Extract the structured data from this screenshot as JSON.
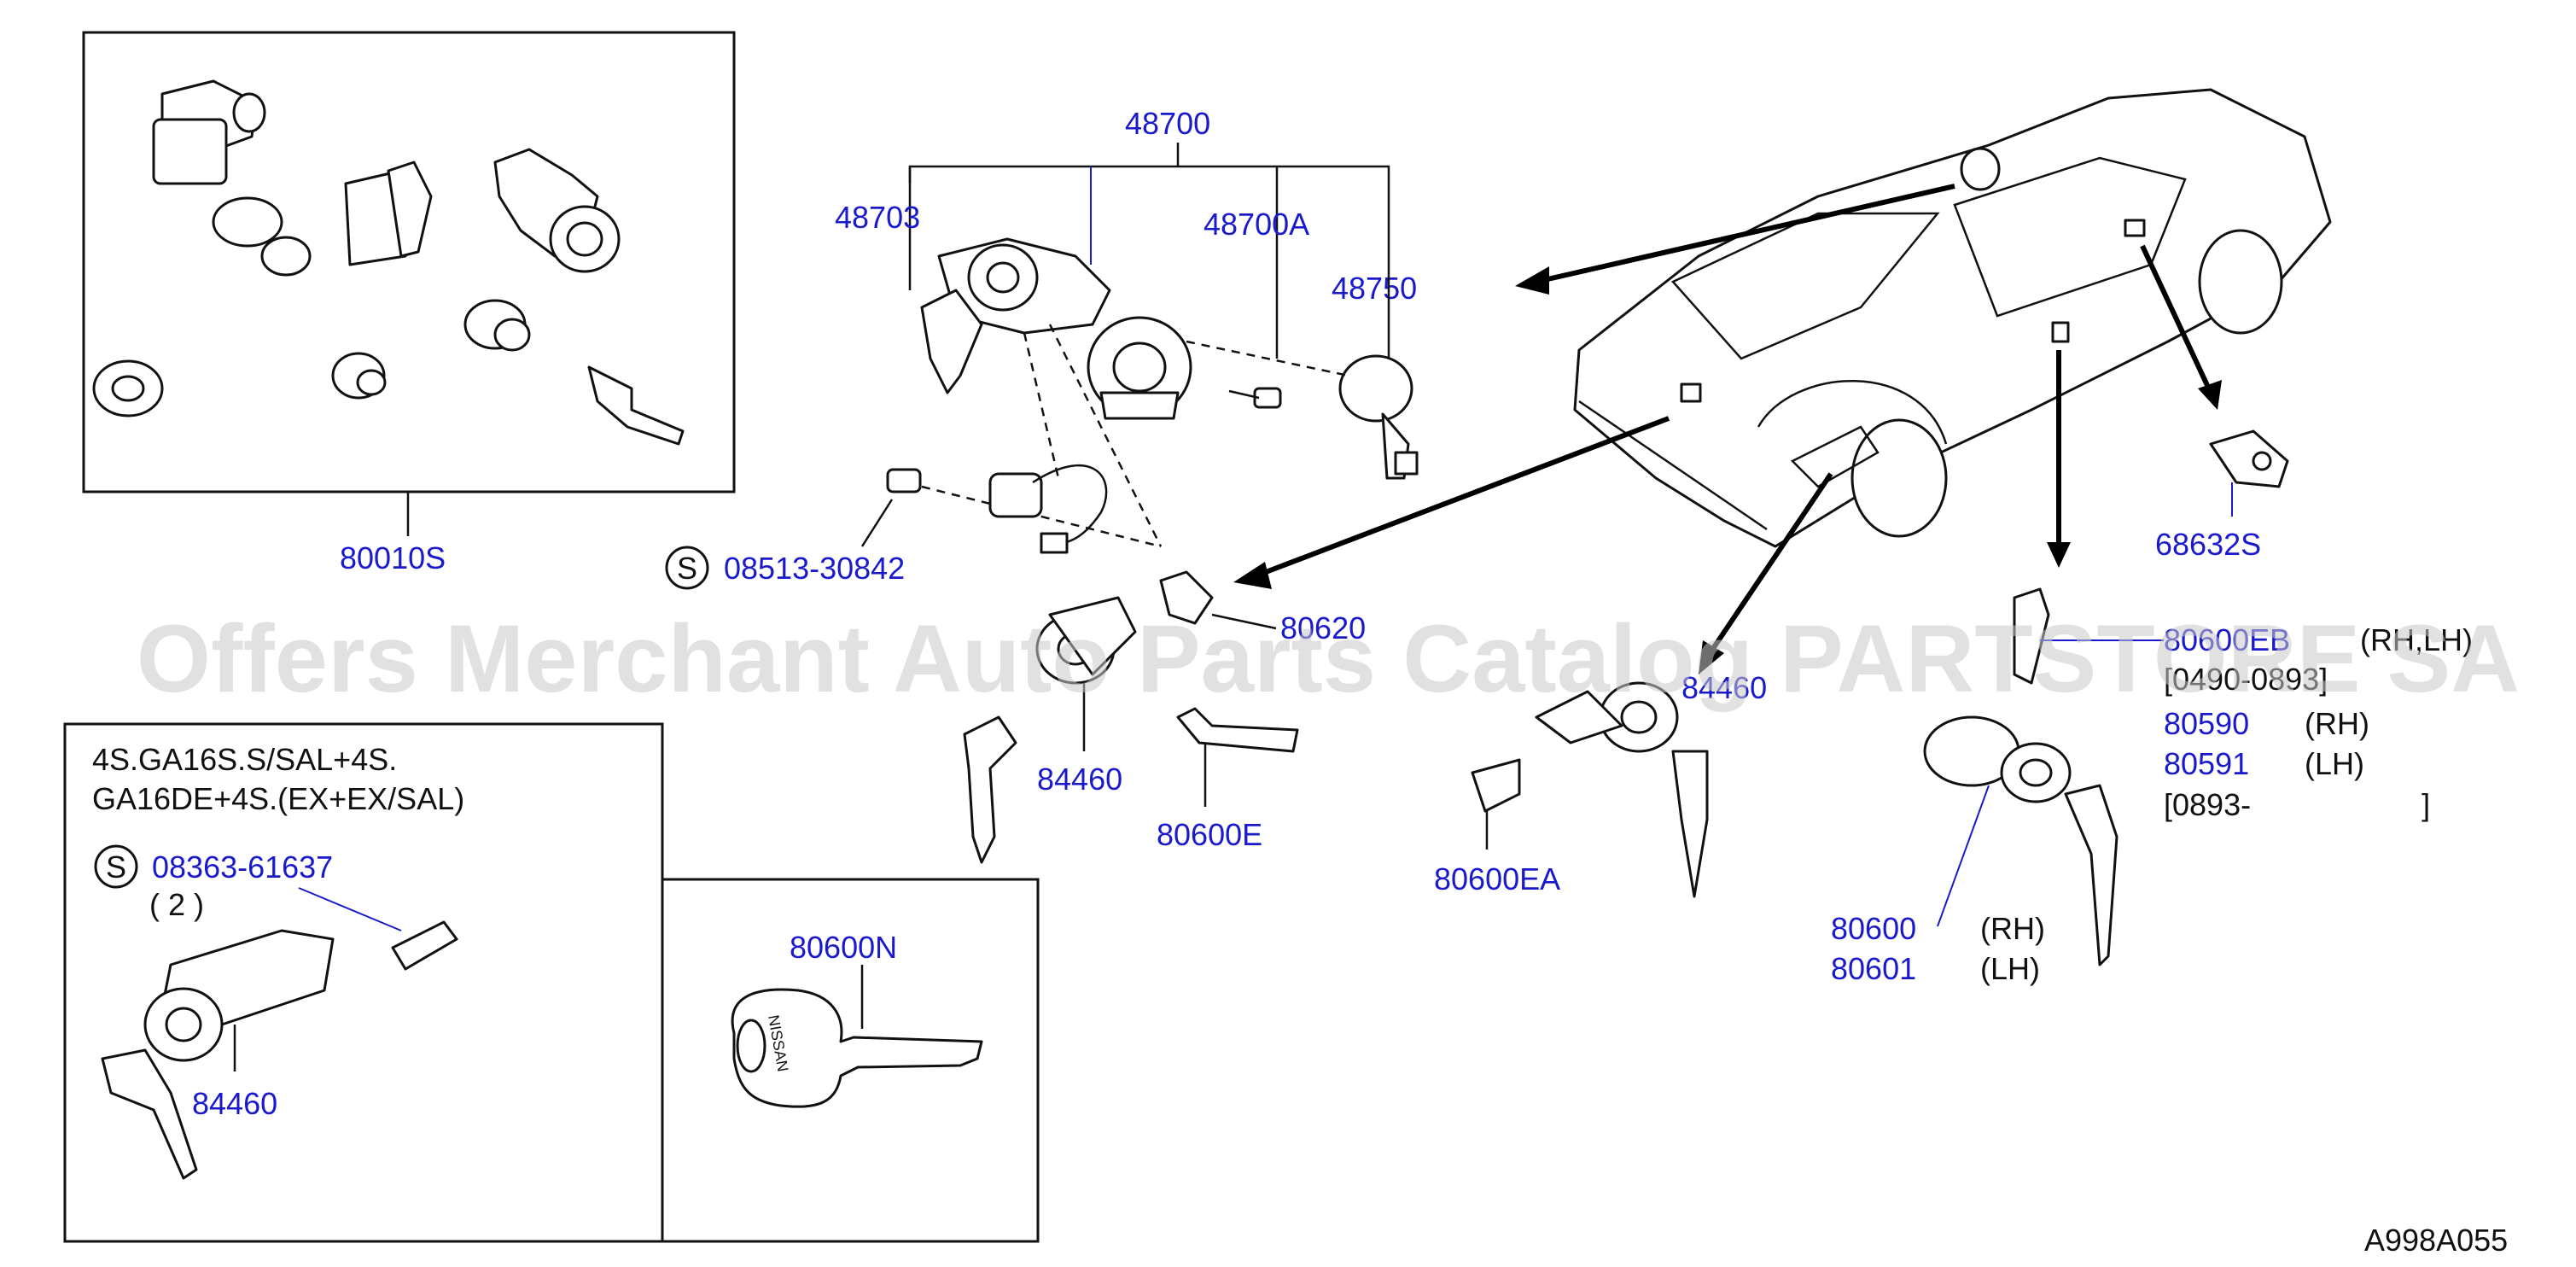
{
  "watermark": "Offers Merchant Auto Parts Catalog PARTSTORE SA",
  "diagram_id": "A998A055",
  "screw_symbol": "S",
  "labels": {
    "p80010S": "80010S",
    "p48700": "48700",
    "p48703": "48703",
    "p48700A": "48700A",
    "p48750": "48750",
    "p08513": "08513-30842",
    "p80620": "80620",
    "p84460a": "84460",
    "p80600E": "80600E",
    "p84460b": "84460",
    "p80600EA": "80600EA",
    "p68632S": "68632S",
    "p80600EB": "80600EB",
    "p80600EB_side": "(RH,LH)",
    "p80600EB_date": "[0490-0893]",
    "p80590": "80590",
    "p80590_side": "(RH)",
    "p80591": "80591",
    "p80591_side": "(LH)",
    "p80591_date": "[0893-                    ]",
    "p80600": "80600",
    "p80600_side": "(RH)",
    "p80601": "80601",
    "p80601_side": "(LH)",
    "p80600N": "80600N",
    "p08363": "08363-61637",
    "p08363_qty": "( 2 )",
    "p84460c": "84460"
  },
  "inset": {
    "line1": "4S.GA16S.S/SAL+4S.",
    "line2": "GA16DE+4S.(EX+EX/SAL)"
  },
  "key_brand": "NISSAN"
}
